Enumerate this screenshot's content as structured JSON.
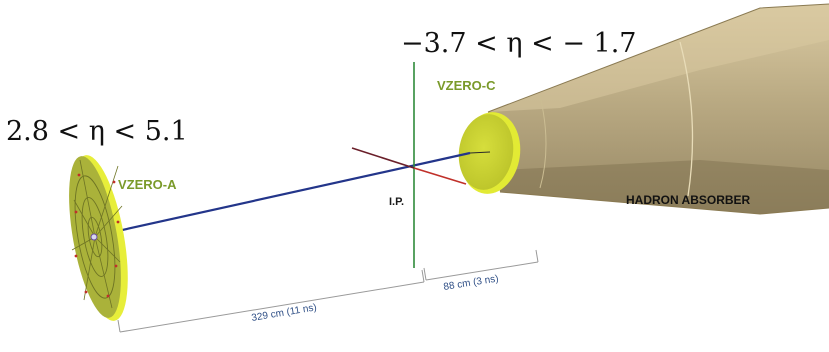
{
  "labels": {
    "eta_a": "2.8 < η < 5.1",
    "eta_c": "−3.7 < η < − 1.7",
    "vzero_a": "VZERO-A",
    "vzero_c": "VZERO-C",
    "ip": "I.P.",
    "hadron_absorber": "HADRON ABSORBER",
    "distance_a": "329 cm (11 ns)",
    "distance_c": "88 cm (3 ns)"
  },
  "colors": {
    "label_green": "#7a9a2a",
    "beam_line": "#23358a",
    "disk_face": "#b9c34a",
    "disk_rim": "#e4ea3a",
    "absorber": "#b3a27a",
    "axis_green": "#2f8a3a",
    "axis_red": "#c0302a",
    "axis_dark_red": "#6a1f2a",
    "distance_text": "#2f4f86"
  }
}
